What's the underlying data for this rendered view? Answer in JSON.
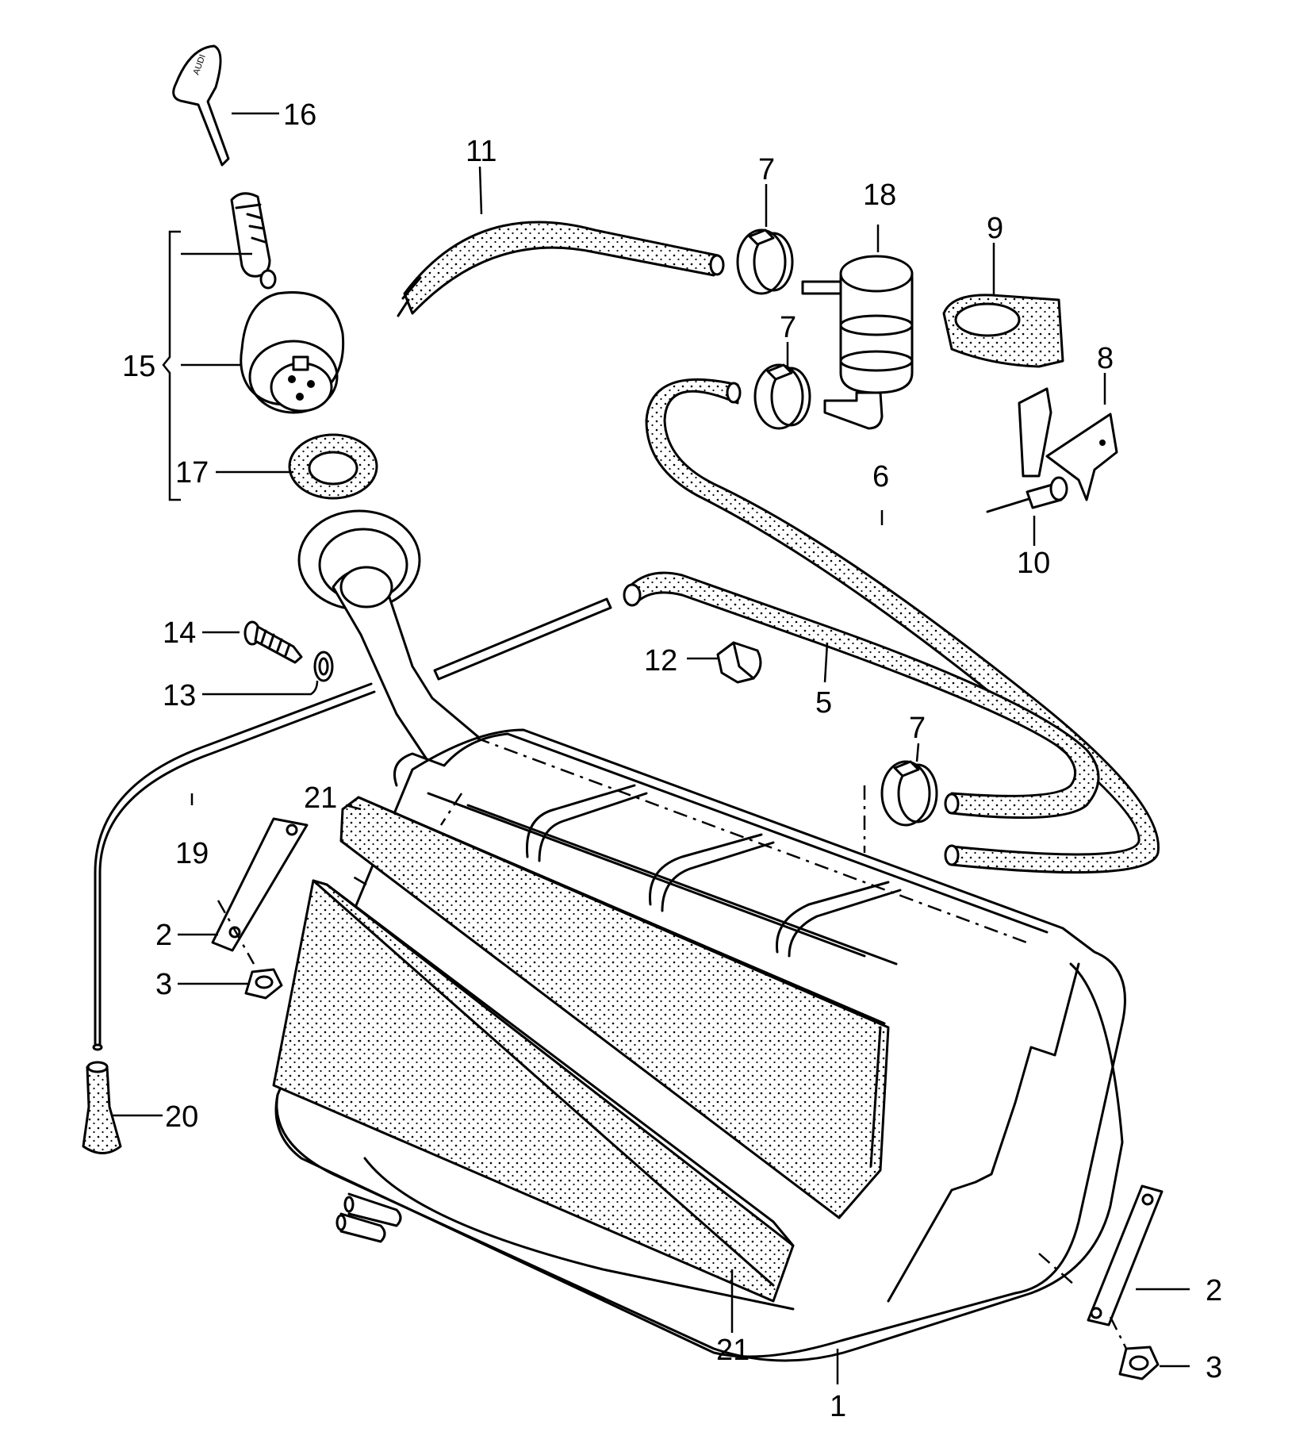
{
  "diagram": {
    "key_engraving": "AUDI",
    "callouts": {
      "c1": "1",
      "c2a": "2",
      "c2b": "2",
      "c3a": "3",
      "c3b": "3",
      "c5": "5",
      "c6": "6",
      "c7a": "7",
      "c7b": "7",
      "c7c": "7",
      "c8": "8",
      "c9": "9",
      "c10": "10",
      "c11": "11",
      "c12": "12",
      "c13": "13",
      "c14": "14",
      "c15": "15",
      "c16": "16",
      "c17": "17",
      "c18": "18",
      "c19": "19",
      "c20": "20",
      "c21a": "21",
      "c21b": "21"
    }
  }
}
